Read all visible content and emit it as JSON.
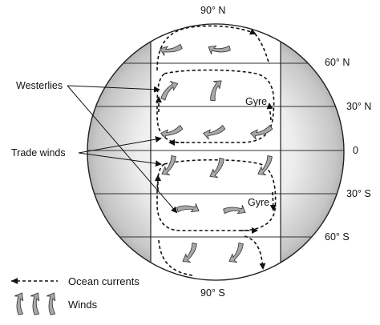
{
  "latitudes": {
    "north_pole": "90° N",
    "lat_60n": "60° N",
    "lat_30n": "30° N",
    "equator": "0",
    "lat_30s": "30° S",
    "lat_60s": "60° S",
    "south_pole": "90° S"
  },
  "labels": {
    "westerlies": "Westerlies",
    "trade_winds": "Trade winds",
    "gyre_north": "Gyre",
    "gyre_south": "Gyre"
  },
  "legend": {
    "ocean_currents": "Ocean currents",
    "winds": "Winds"
  },
  "colors": {
    "globe_edge_dark": "#9a9a9a",
    "globe_light": "#f4f4f4",
    "arrow_fill": "#a8a8a8",
    "line": "#111111"
  },
  "icons": {
    "wind_arrow": "curved-wind-arrow-icon",
    "current_arrow": "dashed-current-arrow-icon"
  }
}
